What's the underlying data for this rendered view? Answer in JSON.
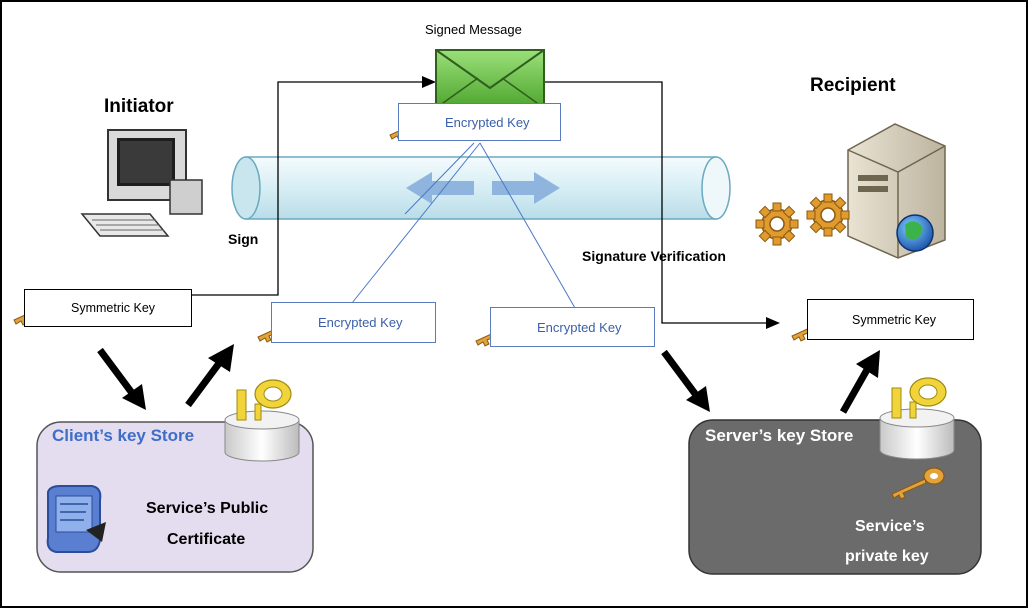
{
  "labels": {
    "signed_message": "Signed Message",
    "initiator": "Initiator",
    "recipient": "Recipient",
    "sign": "Sign",
    "signature_verification": "Signature Verification"
  },
  "keys": {
    "encrypted_top": "Encrypted Key",
    "encrypted_left": "Encrypted Key",
    "encrypted_right": "Encrypted Key",
    "symmetric_left": "Symmetric Key",
    "symmetric_right": "Symmetric Key"
  },
  "client_store": {
    "title": "Client’s key Store",
    "cert_line1": "Service’s Public",
    "cert_line2": "Certificate"
  },
  "server_store": {
    "title": "Server’s key Store",
    "key_line1": "Service’s",
    "key_line2": "private key"
  },
  "colors": {
    "client_store_fill": "#e4dcef",
    "server_store_fill": "#6b6b6b",
    "pipe": "#dff1f7",
    "pipe_arrow": "#8fb4de",
    "envelope": "#6fc24a",
    "key_gold": "#e3a23a",
    "key_border": "#5a7bbf"
  },
  "icons": [
    "computer-icon",
    "server-icon",
    "gears-icon",
    "globe-icon",
    "envelope-icon",
    "key-icon",
    "certificate-icon",
    "key-store-icon"
  ]
}
